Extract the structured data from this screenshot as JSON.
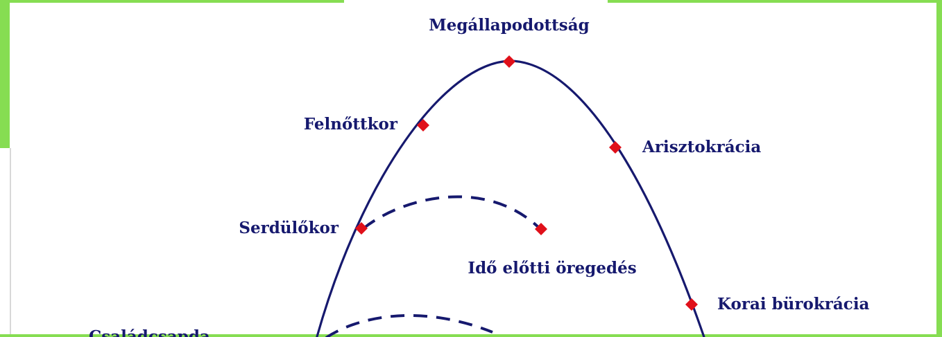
{
  "diagram": {
    "labels": {
      "stage_stability": "Megállapodottság",
      "stage_adulthood": "Felnőttkor",
      "stage_aristocracy": "Arisztokrácia",
      "stage_adolescence": "Serdülőkor",
      "stage_premature_aging": "Idő előtti öregedés",
      "stage_early_bureaucracy": "Korai bürokrácia",
      "stage_cutoff": "Családcsapda"
    },
    "colors": {
      "curve": "#16196e",
      "point": "#e0101a",
      "label": "#16196e",
      "frame_green": "#86dd52"
    }
  }
}
